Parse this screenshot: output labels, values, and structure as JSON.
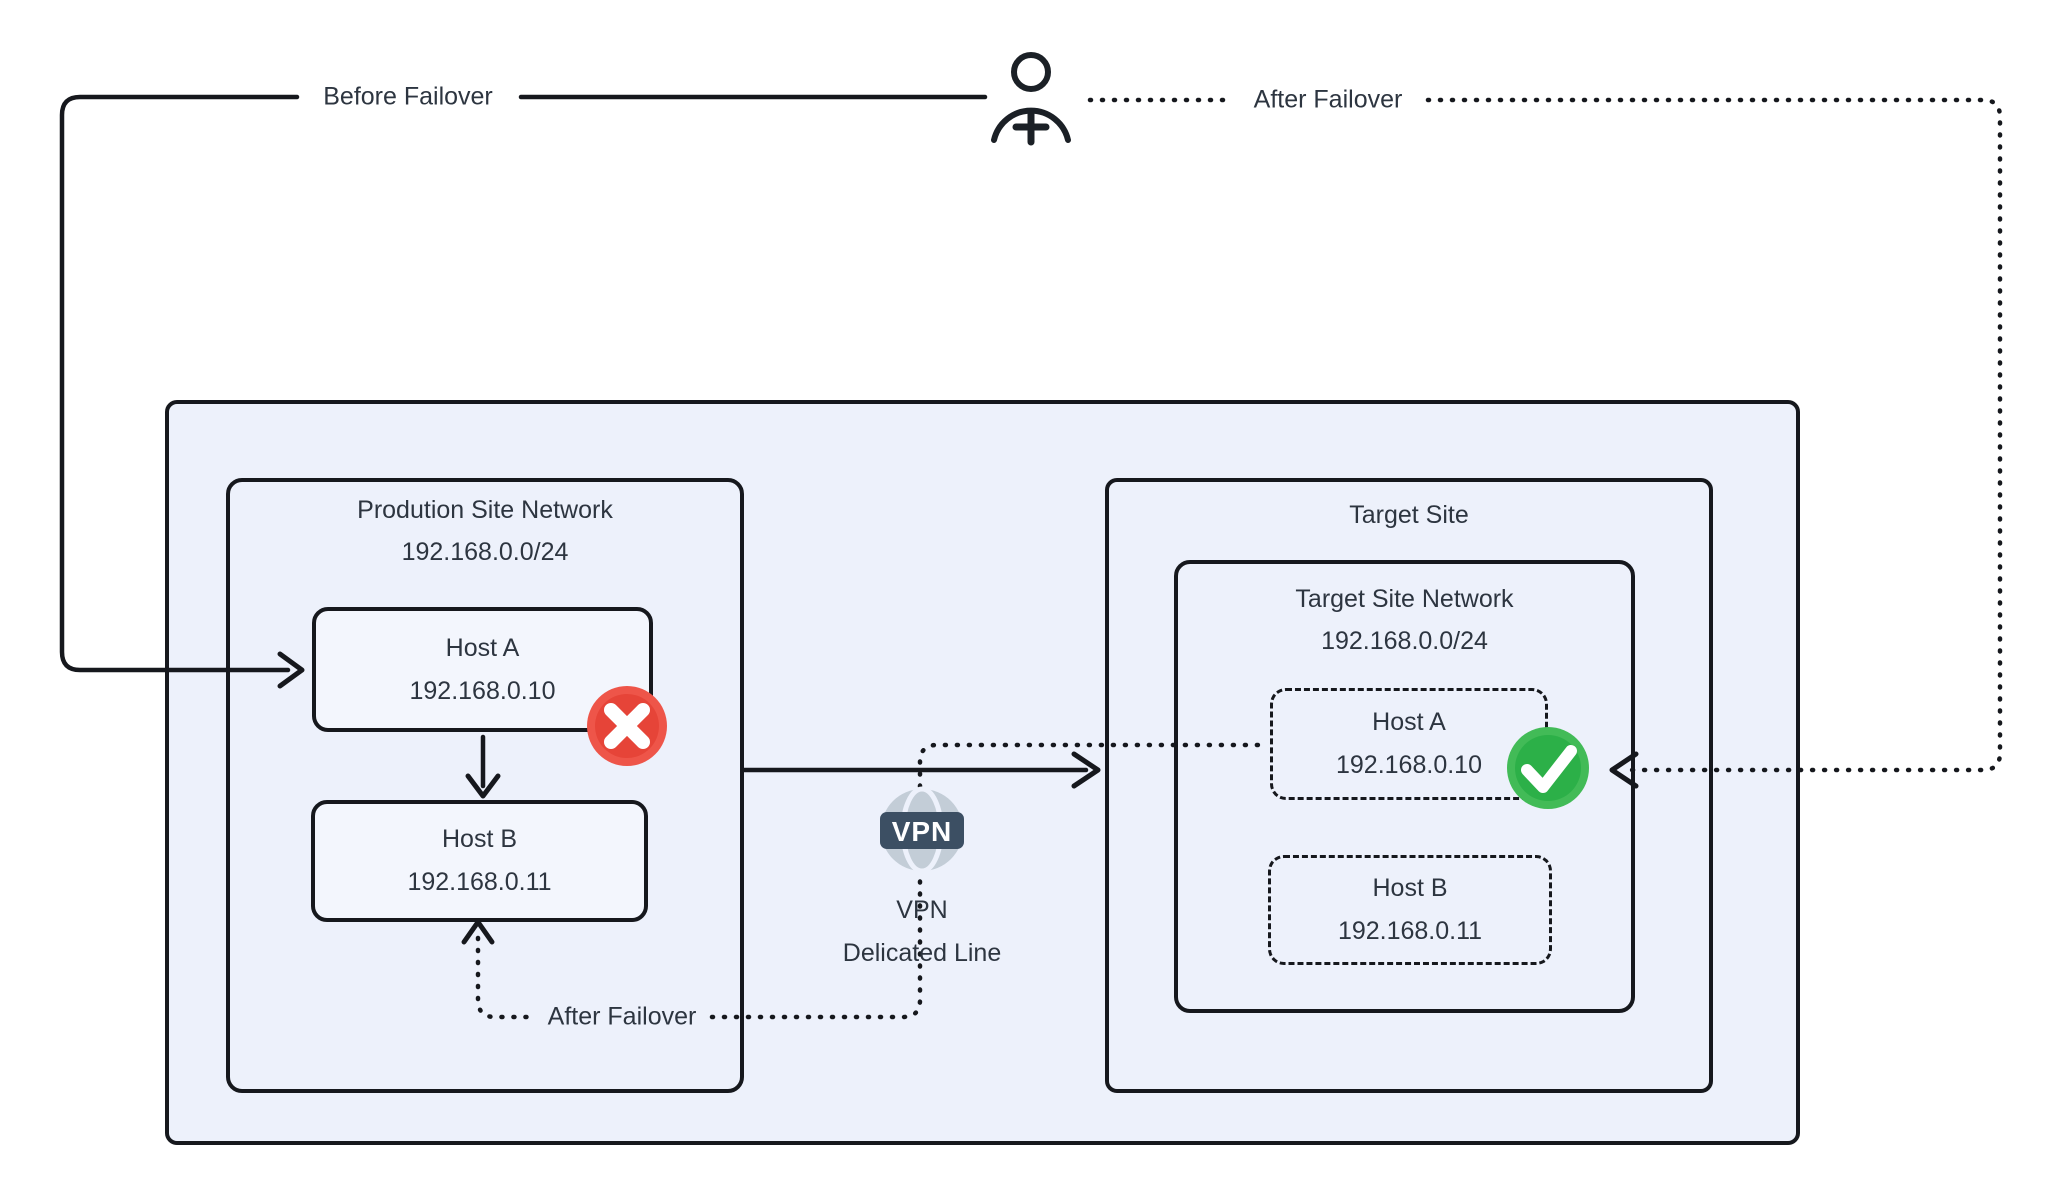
{
  "diagram": {
    "legend": {
      "before_failover": "Before Failover",
      "after_failover_top": "After Failover",
      "after_failover_bottom": "After Failover"
    },
    "vpn": {
      "badge": "VPN",
      "caption_line1": "VPN",
      "caption_line2": "Delicated Line"
    },
    "production_site": {
      "title": "Prodution Site Network",
      "subnet": "192.168.0.0/24",
      "hosts": [
        {
          "name": "Host A",
          "ip": "192.168.0.10",
          "status": "failed"
        },
        {
          "name": "Host B",
          "ip": "192.168.0.11",
          "status": "standby"
        }
      ]
    },
    "target_site": {
      "title": "Target Site",
      "network": {
        "title": "Target Site Network",
        "subnet": "192.168.0.0/24",
        "hosts": [
          {
            "name": "Host A",
            "ip": "192.168.0.10",
            "status": "ok"
          },
          {
            "name": "Host B",
            "ip": "192.168.0.11",
            "status": "placeholder"
          }
        ]
      }
    },
    "colors": {
      "error": "#e64438",
      "success": "#2cb048",
      "vpn_badge": "#3c4f63",
      "container_fill": "#edf1fb",
      "line": "#16181d"
    }
  }
}
